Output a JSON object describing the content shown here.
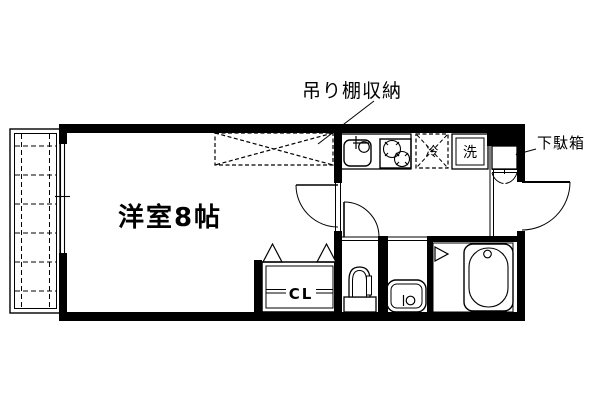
{
  "floorplan": {
    "type": "japanese-apartment-1K-floor-plan",
    "colors": {
      "line": "#000000",
      "background": "#ffffff"
    },
    "labels": {
      "main_room": "洋室8帖",
      "hanging_shelf": "吊り棚収納",
      "shoe_cabinet": "下駄箱",
      "refrigerator": "冷",
      "washer": "洗",
      "closet": "CL"
    },
    "fixtures": [
      "balcony-hatched",
      "sliding-window",
      "kitchen-sink",
      "two-burner-stove",
      "refrigerator-space",
      "washing-machine-space",
      "shoe-cabinet",
      "entrance-door-swing",
      "room-door-swing",
      "toilet-door-swing",
      "folding-bath-door",
      "toilet",
      "washbasin",
      "bathtub",
      "closet-bifold-doors"
    ]
  }
}
